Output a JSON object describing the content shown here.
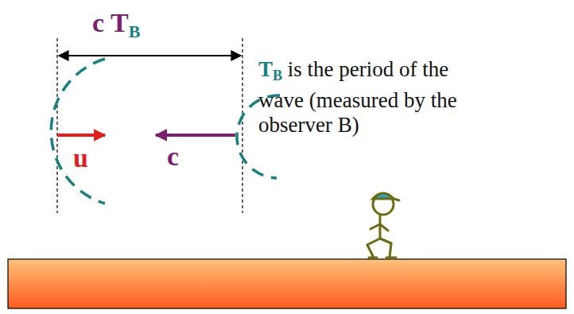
{
  "diagram": {
    "labels": [
      "c T",
      "B",
      "u",
      "c",
      "T",
      "B",
      "is the period of the wave (measured by the observer B)"
    ]
  }
}
